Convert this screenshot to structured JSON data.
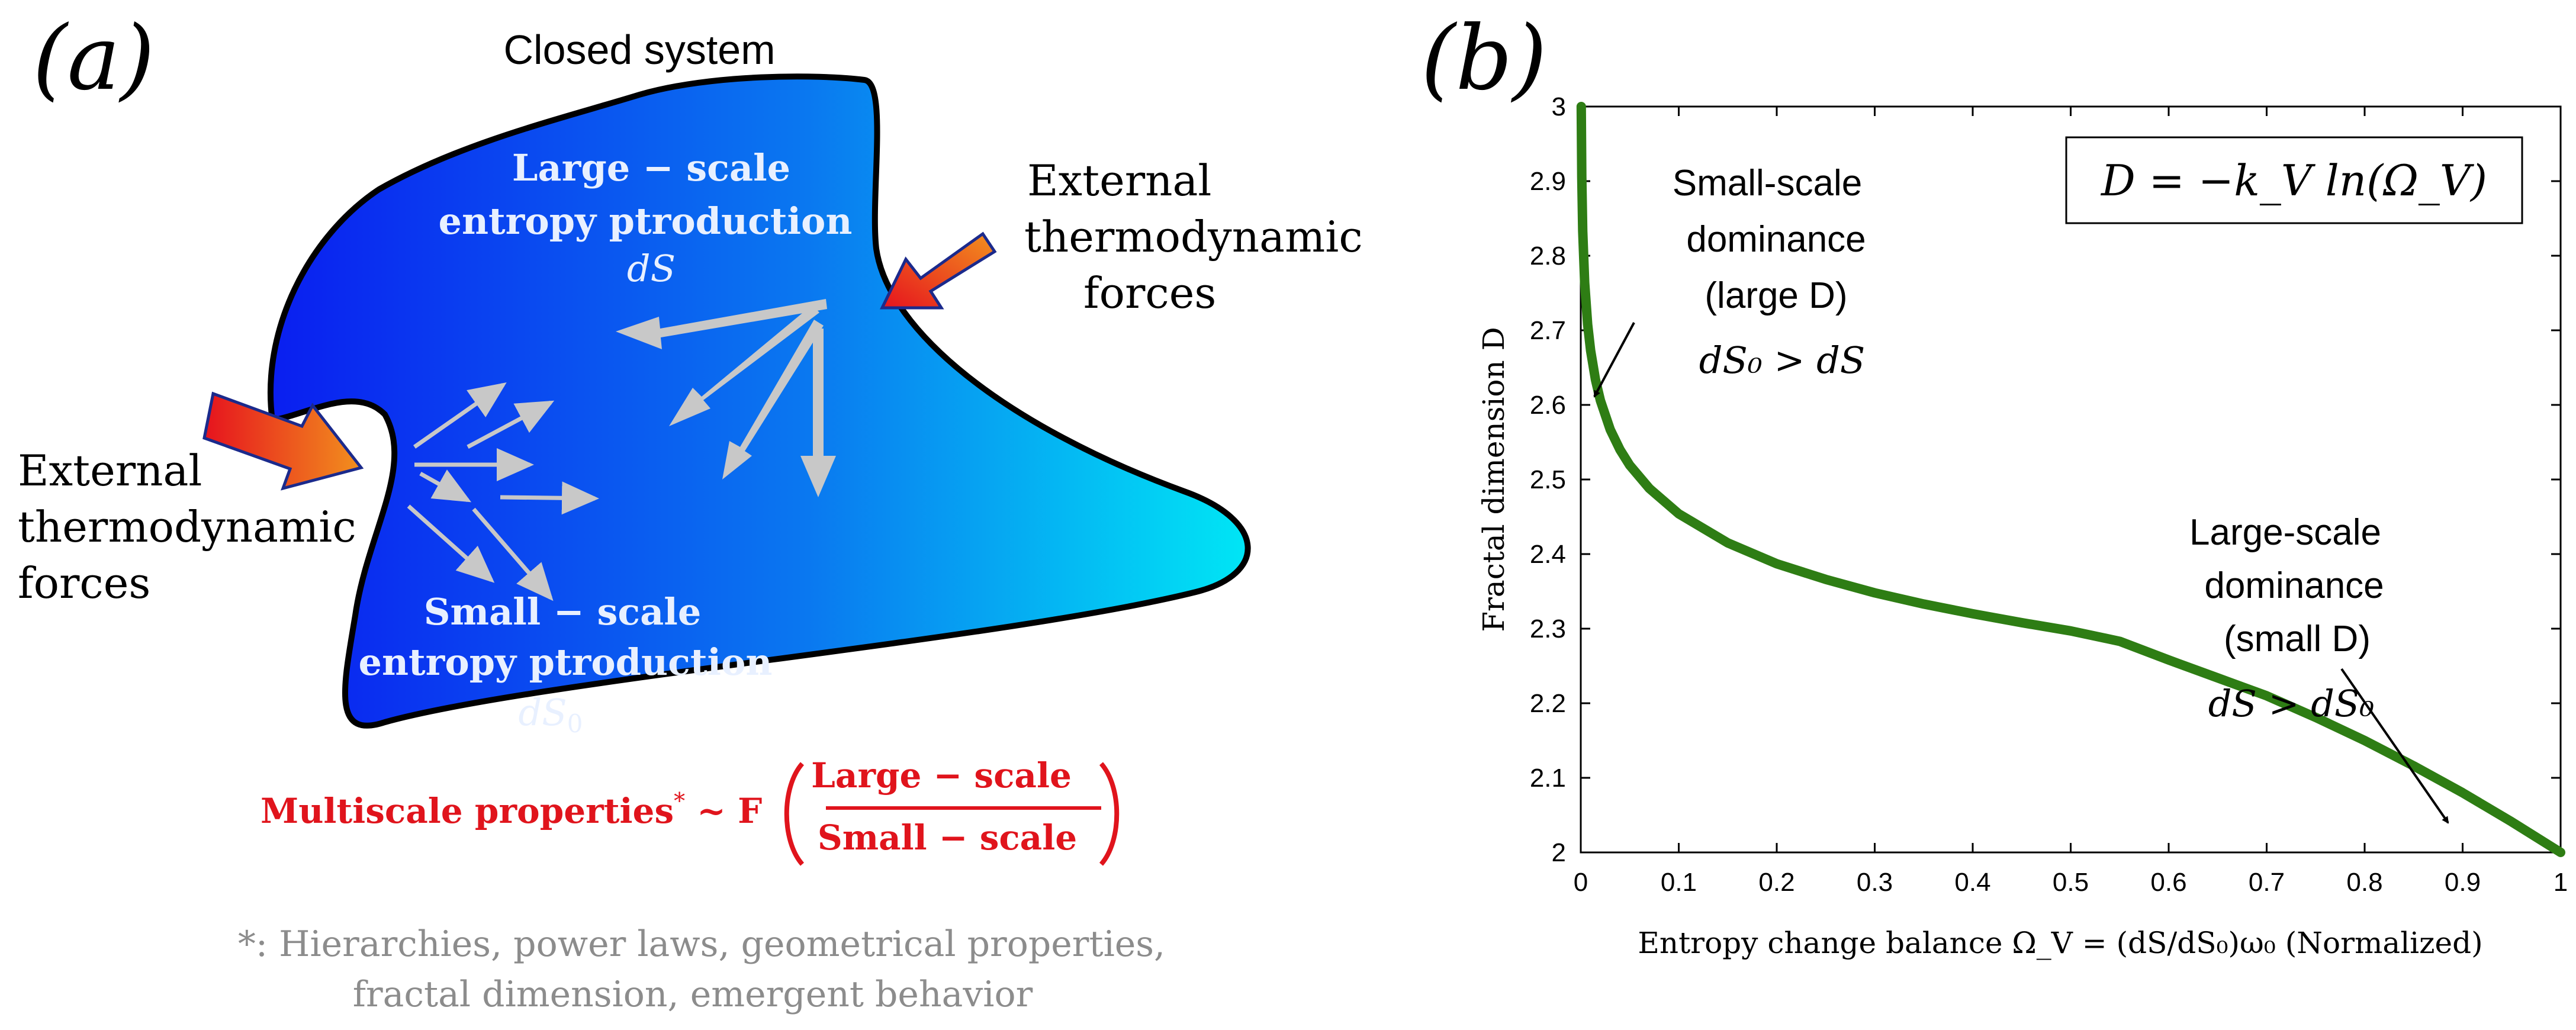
{
  "panel_a": {
    "label": "(a)",
    "closed_system": "Closed system",
    "large_scale": {
      "line1": "Large − scale",
      "line2": "entropy ptroduction",
      "symbol": "dS"
    },
    "small_scale": {
      "line1": "Small − scale",
      "line2": "entropy ptroduction",
      "symbol": "dS",
      "symbol_sub": "0"
    },
    "external_right": [
      "External",
      "thermodynamic",
      "forces"
    ],
    "external_left": [
      "External",
      "thermodynamic",
      "forces"
    ],
    "formula": {
      "prefix": "Multiscale properties",
      "sup": "*",
      "mid": " ~ F",
      "numerator": "Large − scale",
      "denominator": "Small − scale"
    },
    "footnote": {
      "line1": "*: Hierarchies, power laws, geometrical properties,",
      "line2": "fractal dimension, emergent behavior"
    },
    "colors": {
      "blob_left": "#0a1ef0",
      "blob_right": "#00e6f5",
      "arrow_red": "#e6131e",
      "arrow_orange": "#f08a1e",
      "formula_red": "#e0141c",
      "grey_text": "#8c8c8c",
      "flow_arrows": "#c8c8c8"
    }
  },
  "panel_b": {
    "label": "(b)",
    "equation": "D = −k_V ln(Ω_V)",
    "annot_small": {
      "line1": "Small-scale",
      "line2": "dominance",
      "line3": "(large D)",
      "cond": "dS₀ > dS"
    },
    "annot_large": {
      "line1": "Large-scale",
      "line2": "dominance",
      "line3": "(small D)",
      "cond": "dS > dS₀"
    }
  },
  "chart_data": {
    "type": "line",
    "xlabel": "Entropy change balance Ω_V = (dS/dS₀)ω₀ (Normalized)",
    "ylabel": "Fractal dimension D",
    "xlim": [
      0,
      1
    ],
    "ylim": [
      2,
      3
    ],
    "x_ticks": [
      "0",
      "0.1",
      "0.2",
      "0.3",
      "0.4",
      "0.5",
      "0.6",
      "0.7",
      "0.8",
      "0.9",
      "1"
    ],
    "y_ticks": [
      "2",
      "2.1",
      "2.2",
      "2.3",
      "2.4",
      "2.5",
      "2.6",
      "2.7",
      "2.8",
      "2.9",
      "3"
    ],
    "grid": false,
    "line_color": "#2e7d14",
    "series": [
      {
        "x": [
          0.0005,
          0.001,
          0.002,
          0.004,
          0.007,
          0.01,
          0.015,
          0.02,
          0.03,
          0.04,
          0.05,
          0.07,
          0.1,
          0.15,
          0.2,
          0.25,
          0.3,
          0.35,
          0.4,
          0.45,
          0.5,
          0.55,
          0.6,
          0.65,
          0.7,
          0.75,
          0.8,
          0.85,
          0.9,
          0.95,
          1.0
        ],
        "y": [
          3.0,
          2.906,
          2.833,
          2.764,
          2.708,
          2.673,
          2.634,
          2.606,
          2.567,
          2.54,
          2.519,
          2.488,
          2.454,
          2.415,
          2.387,
          2.366,
          2.348,
          2.333,
          2.32,
          2.308,
          2.297,
          2.283,
          2.258,
          2.234,
          2.21,
          2.181,
          2.15,
          2.116,
          2.08,
          2.041,
          2.0
        ]
      }
    ]
  }
}
